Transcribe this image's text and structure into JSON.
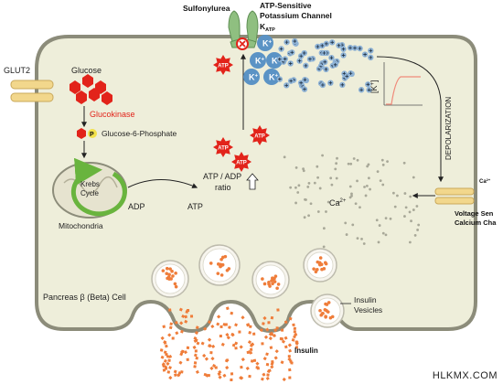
{
  "labels": {
    "sulfonylurea": "Sulfonylurea",
    "katp_line1": "ATP-Sensitive",
    "katp_line2": "Potassium Channel",
    "katp_line3": "K",
    "katp_sub": "ATP",
    "glut2": "GLUT2",
    "glucose": "Glucose",
    "glucokinase": "Glucokinase",
    "g6p": "Glucose-6-Phosphate",
    "phosphate": "P",
    "krebs_line1": "Krebs",
    "krebs_line2": "Cycle",
    "mitochondria": "Mitochondria",
    "adp": "ADP",
    "atp": "ATP",
    "atp_adp_ratio_line1": "ATP / ADP",
    "atp_adp_ratio_line2": "ratio",
    "atp_badge": "ATP",
    "potassium": "K",
    "potassium_charge": "+",
    "k_conc_label": "[K",
    "k_conc_charge": "+",
    "k_conc_close": "]",
    "depolarization": "DEPOLARIZATION",
    "calcium": "Ca",
    "calcium_charge": "2+",
    "ca_channel_ion": "Ca",
    "ca_channel_line1": "Voltage Sen",
    "ca_channel_line2": "Calcium Cha",
    "cell": "Pancreas β (Beta) Cell",
    "vesicles_line1": "Insulin",
    "vesicles_line2": "Vesicles",
    "insulin": "Insulin",
    "watermark": "HLKMX.COM"
  },
  "colors": {
    "cell_fill": "#eeeeda",
    "cell_stroke": "#8c8c7a",
    "glucose": "#e2231a",
    "atp": "#e2231a",
    "potassium": "#5b93c5",
    "mito_arrow": "#69b43e",
    "channel": "#8fbf80",
    "transporter": "#f2d78c",
    "insulin_dots": "#ef7d3a"
  }
}
